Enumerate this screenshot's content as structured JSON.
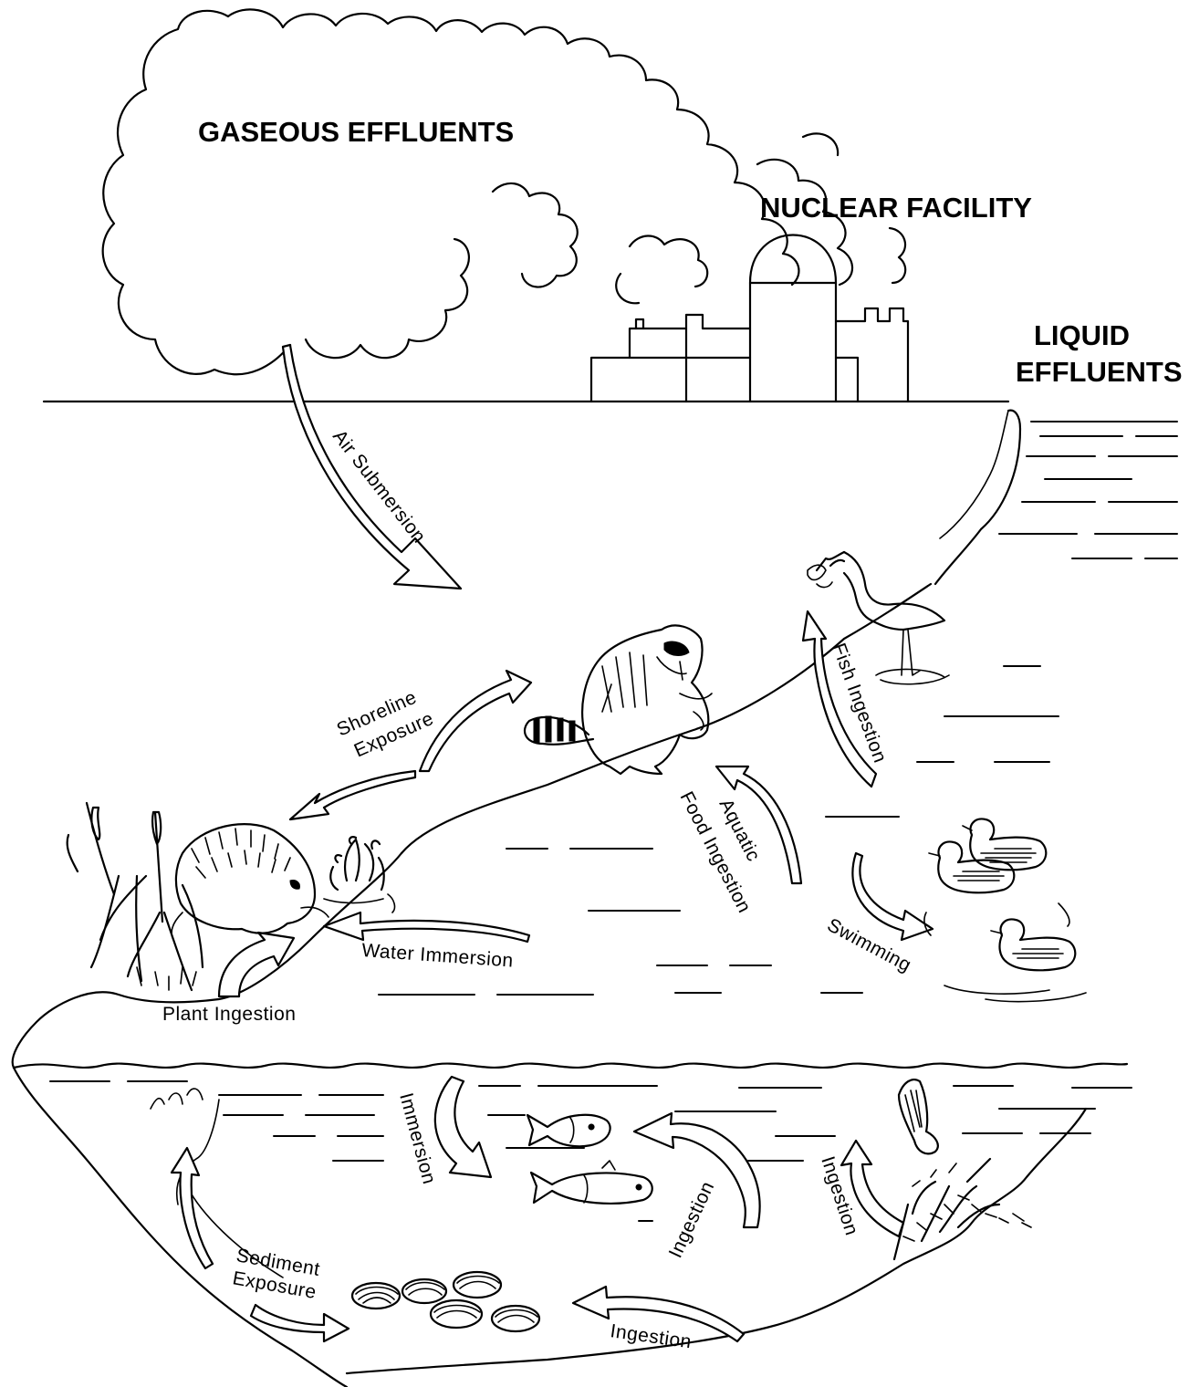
{
  "headings": {
    "gaseous": "GASEOUS EFFLUENTS",
    "facility": "NUCLEAR FACILITY",
    "liquid_line1": "LIQUID",
    "liquid_line2": "EFFLUENTS"
  },
  "pathways": {
    "air_submersion": "Air Submersion",
    "shoreline_line1": "Shoreline",
    "shoreline_line2": "Exposure",
    "fish_ingestion": "Fish Ingestion",
    "aquatic_line1": "Aquatic",
    "aquatic_line2": "Food Ingestion",
    "water_immersion": "Water Immersion",
    "swimming": "Swimming",
    "plant_ingestion": "Plant Ingestion",
    "immersion": "Immersion",
    "ingestion_fish": "Ingestion",
    "ingestion_duck": "Ingestion",
    "sediment_line1": "Sediment",
    "sediment_line2": "Exposure",
    "ingestion_clams": "Ingestion"
  },
  "icons": [
    "cloud-icon",
    "reactor-building-icon",
    "heron-icon",
    "raccoon-icon",
    "muskrat-icon",
    "duck-icon",
    "fish-icon",
    "clam-icon",
    "aquatic-plant-icon",
    "cattail-icon"
  ],
  "colors": {
    "ink": "#000000",
    "paper": "#ffffff"
  }
}
